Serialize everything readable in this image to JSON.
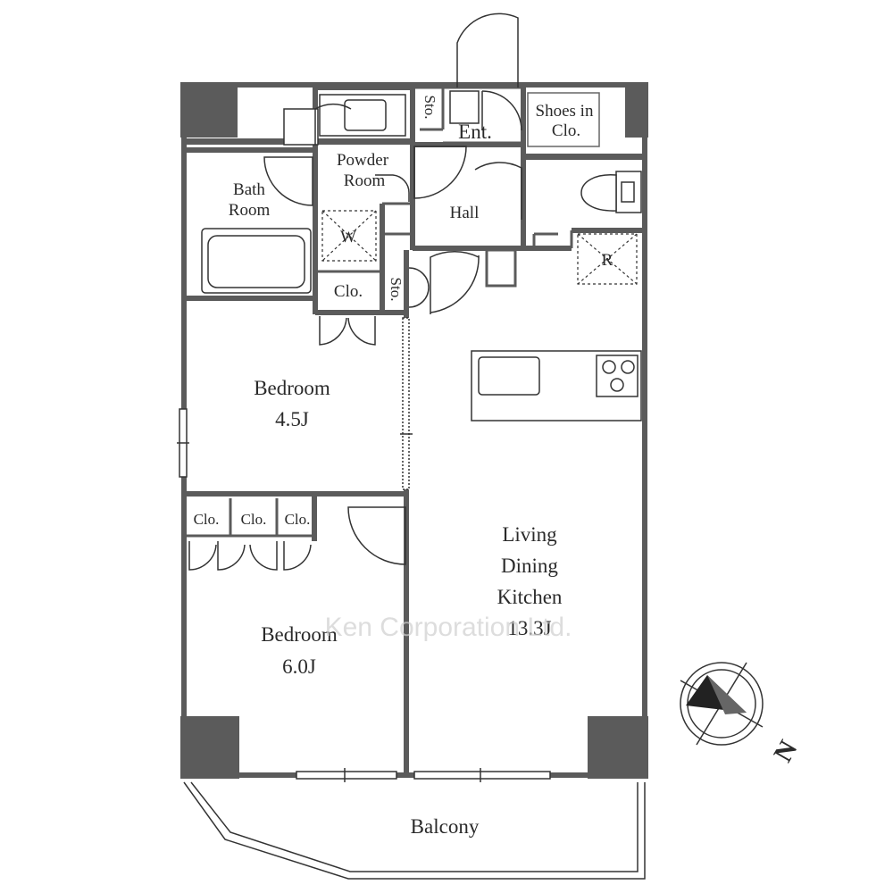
{
  "rooms": {
    "sto_top": "Sto.",
    "entrance": "Ent.",
    "shoes_line1": "Shoes in",
    "shoes_line2": "Clo.",
    "powder_line1": "Powder",
    "powder_line2": "Room",
    "bath_line1": "Bath",
    "bath_line2": "Room",
    "washer": "W",
    "hall": "Hall",
    "fridge": "R",
    "clo_bath": "Clo.",
    "sto_mid": "Sto.",
    "bedroom1_name": "Bedroom",
    "bedroom1_size": "4.5J",
    "clo_a": "Clo.",
    "clo_b": "Clo.",
    "clo_c": "Clo.",
    "bedroom2_name": "Bedroom",
    "bedroom2_size": "6.0J",
    "ldk_line1": "Living",
    "ldk_line2": "Dining",
    "ldk_line3": "Kitchen",
    "ldk_size": "13.3J",
    "balcony": "Balcony"
  },
  "watermark": "Ken Corporation Ltd.",
  "compass": {
    "north_label": "N"
  }
}
